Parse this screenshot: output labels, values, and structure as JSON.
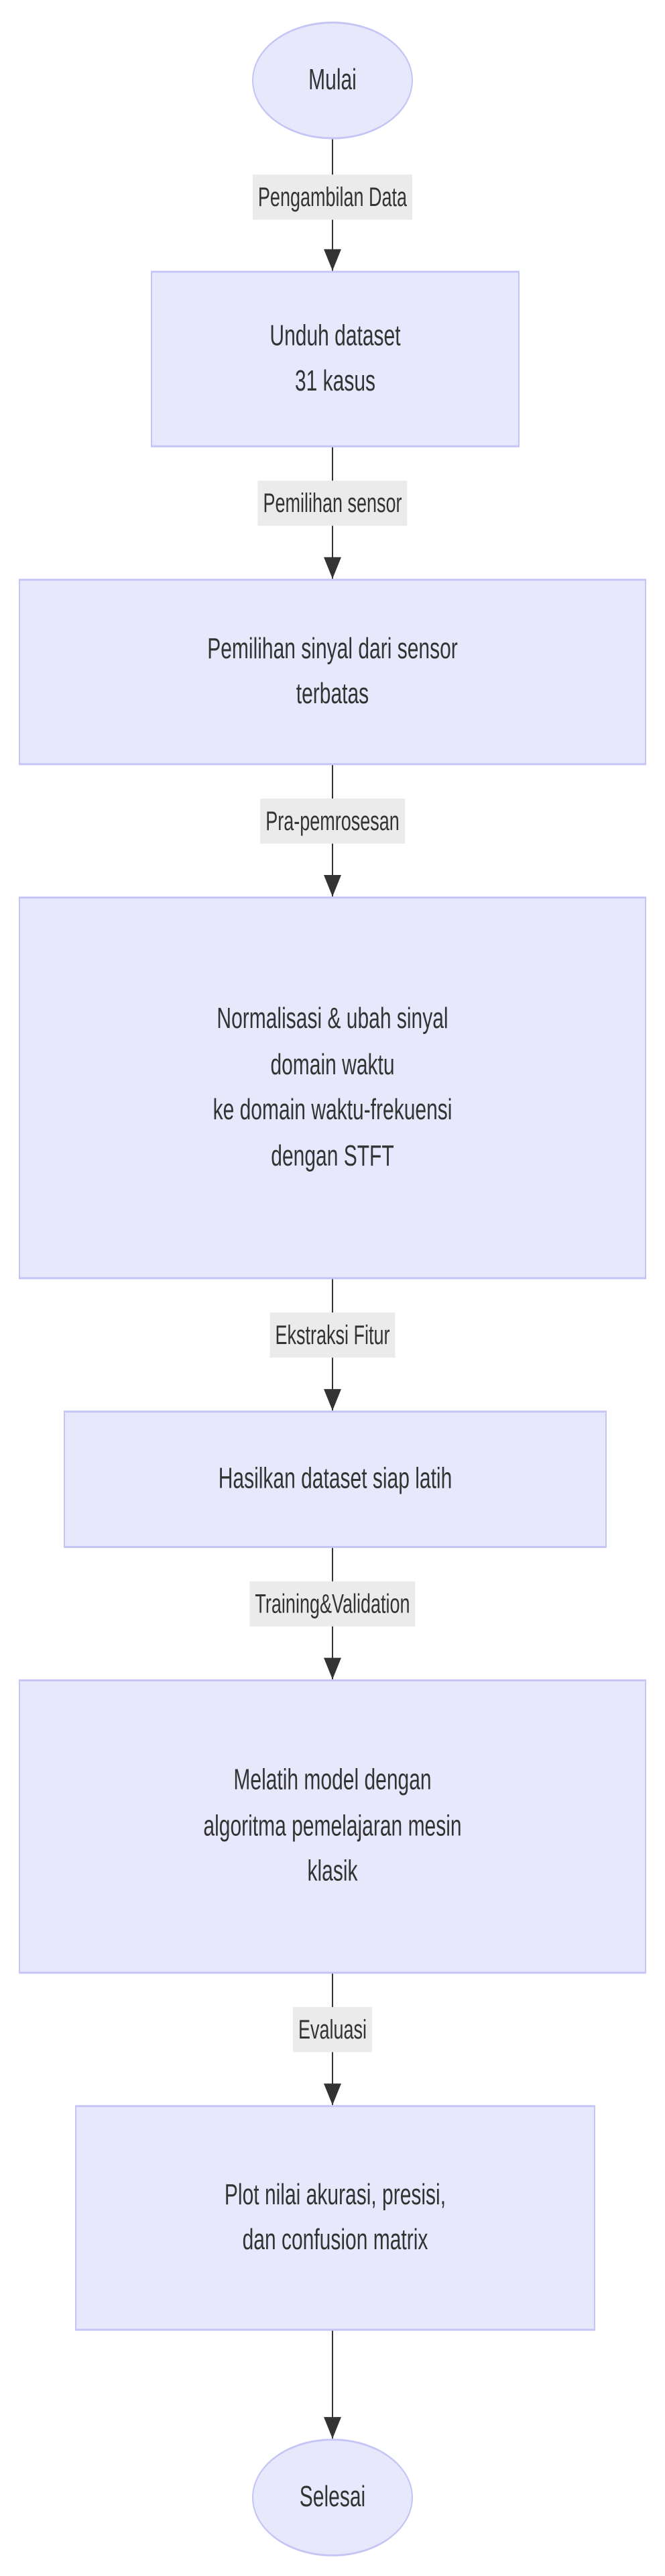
{
  "diagram": {
    "type": "flowchart",
    "orientation": "top-to-bottom",
    "language": "id",
    "colors": {
      "node_fill": "#e8e8fc",
      "node_border": "#c5c5f5",
      "text": "#333333",
      "edge_line": "#333333",
      "edge_label_background": "#ebebeb",
      "canvas_background": "#ffffff"
    },
    "nodes": [
      {
        "id": "start",
        "shape": "stadium",
        "label": "Mulai"
      },
      {
        "id": "download",
        "shape": "rectangle",
        "label": "Unduh dataset\n31 kasus"
      },
      {
        "id": "select",
        "shape": "rectangle",
        "label": "Pemilihan sinyal dari sensor\nterbatas"
      },
      {
        "id": "preprocess",
        "shape": "rectangle",
        "label": "Normalisasi & ubah sinyal\ndomain waktu\nke domain waktu-frekuensi\ndengan STFT"
      },
      {
        "id": "dataset",
        "shape": "rectangle",
        "label": "Hasilkan dataset siap latih"
      },
      {
        "id": "train",
        "shape": "rectangle",
        "label": "Melatih model dengan\nalgoritma pemelajaran mesin\nklasik"
      },
      {
        "id": "evaluate",
        "shape": "rectangle",
        "label": "Plot nilai akurasi, presisi,\ndan confusion matrix"
      },
      {
        "id": "end",
        "shape": "stadium",
        "label": "Selesai"
      }
    ],
    "edges": [
      {
        "from": "start",
        "to": "download",
        "label": "Pengambilan Data"
      },
      {
        "from": "download",
        "to": "select",
        "label": "Pemilihan sensor"
      },
      {
        "from": "select",
        "to": "preprocess",
        "label": "Pra-pemrosesan"
      },
      {
        "from": "preprocess",
        "to": "dataset",
        "label": "Ekstraksi Fitur"
      },
      {
        "from": "dataset",
        "to": "train",
        "label": "Training&Validation"
      },
      {
        "from": "train",
        "to": "evaluate",
        "label": "Evaluasi"
      },
      {
        "from": "evaluate",
        "to": "end",
        "label": ""
      }
    ]
  }
}
